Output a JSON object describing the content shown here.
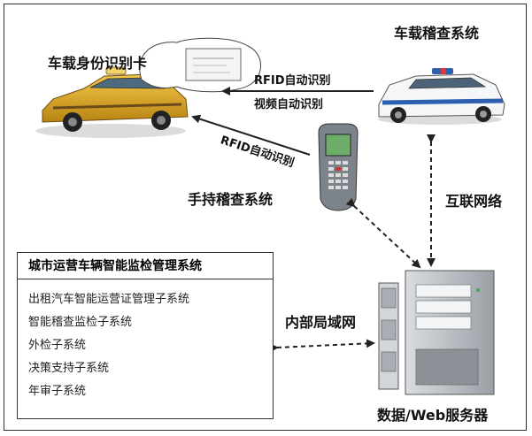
{
  "labels": {
    "id_card": "车载身份识别卡",
    "patrol_system": "车载稽查系统",
    "rfid_top": "RFID自动识别",
    "video": "视频自动识别",
    "rfid_diag": "RFID自动识别",
    "handheld": "手持稽查系统",
    "internet": "互联网络",
    "lan": "内部局域网",
    "server": "数据/Web服务器"
  },
  "management": {
    "title": "城市运营车辆智能监检管理系统",
    "items": [
      "出租汽车智能运营证管理子系统",
      "智能稽查监检子系统",
      "外检子系统",
      "决策支持子系统",
      "年审子系统"
    ]
  },
  "colors": {
    "taxi_body": "#d9a21a",
    "taxi_stripe": "#6b4a1a",
    "police_blue": "#2d5fb0",
    "device_gray": "#8a8f96",
    "server_gray": "#c4c8cc"
  }
}
